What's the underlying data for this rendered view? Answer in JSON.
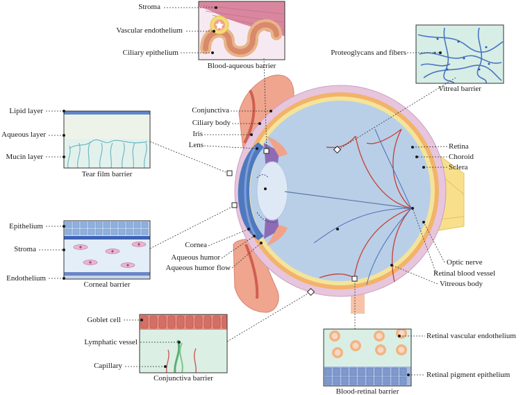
{
  "colors": {
    "sclera": "#e7c5dd",
    "choroid": "#f2b36a",
    "retina": "#f4e49a",
    "vitreous": "#b9cfe8",
    "lens": "#dfe9f6",
    "iris": "#8f6bb6",
    "cornea": "#4f79bf",
    "eyelid": "#efa58e",
    "vessel": "#c6463a",
    "panel_fill": "#d6ece2",
    "nerve": "#f8df8c"
  },
  "eye_labels": {
    "conjunctiva": "Conjunctiva",
    "ciliary_body": "Ciliary body",
    "iris": "Iris",
    "lens": "Lens",
    "cornea": "Cornea",
    "aqueous_humor": "Aqueous humor",
    "aqueous_humor_flow": "Aqueous humor flow",
    "retina": "Retina",
    "choroid": "Choroid",
    "sclera": "Sclera",
    "optic_nerve": "Optic nerve",
    "retinal_blood_vessel": "Retinal blood vessel",
    "vitreous_body": "Vitreous body"
  },
  "panels": {
    "blood_aqueous": {
      "title": "Blood-aqueous barrier",
      "labels": [
        "Stroma",
        "Vascular endothelium",
        "Ciliary epithelium"
      ]
    },
    "vitreal": {
      "title": "Vitreal barrier",
      "labels": [
        "Proteoglycans and fibers"
      ]
    },
    "tear_film": {
      "title": "Tear film barrier",
      "labels": [
        "Lipid layer",
        "Aqueous layer",
        "Mucin layer"
      ]
    },
    "corneal": {
      "title": "Corneal barrier",
      "labels": [
        "Epithelium",
        "Stroma",
        "Endothelium"
      ]
    },
    "conjunctiva": {
      "title": "Conjunctiva barrier",
      "labels": [
        "Goblet cell",
        "Lymphatic vessel",
        "Capillary"
      ]
    },
    "blood_retinal": {
      "title": "Blood-retinal barrier",
      "labels": [
        "Retinal vascular endothelium",
        "Retinal pigment epithelium"
      ]
    }
  }
}
